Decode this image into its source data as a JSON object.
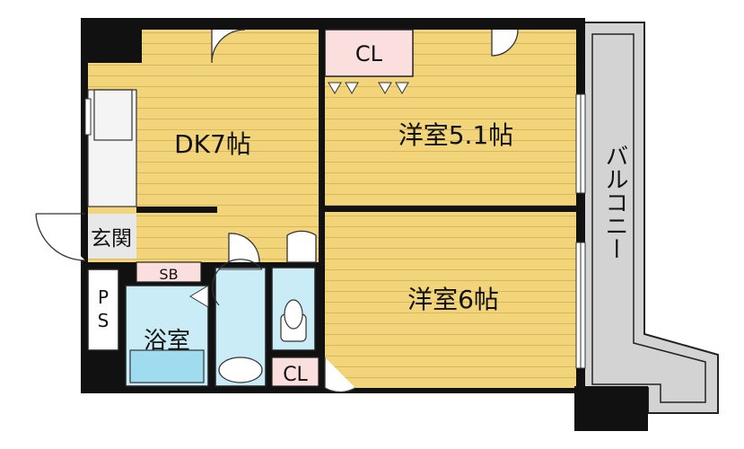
{
  "rooms": {
    "dk": "DK7帖",
    "west_north": "洋室5.1帖",
    "west_south": "洋室6帖",
    "bath": "浴室",
    "entrance": "玄関",
    "shoe_box": "SB",
    "ps": "PS",
    "closet_north": "CL",
    "closet_south": "CL",
    "balcony": "バルコニー"
  },
  "colors": {
    "floor_wood": "#f2d57a",
    "floor_line": "#d9b85a",
    "closet": "#fbdede",
    "wet_area": "#c9ecf7",
    "balcony": "#d3d3d3",
    "wall": "#111111",
    "counter": "#f4f4f4"
  }
}
